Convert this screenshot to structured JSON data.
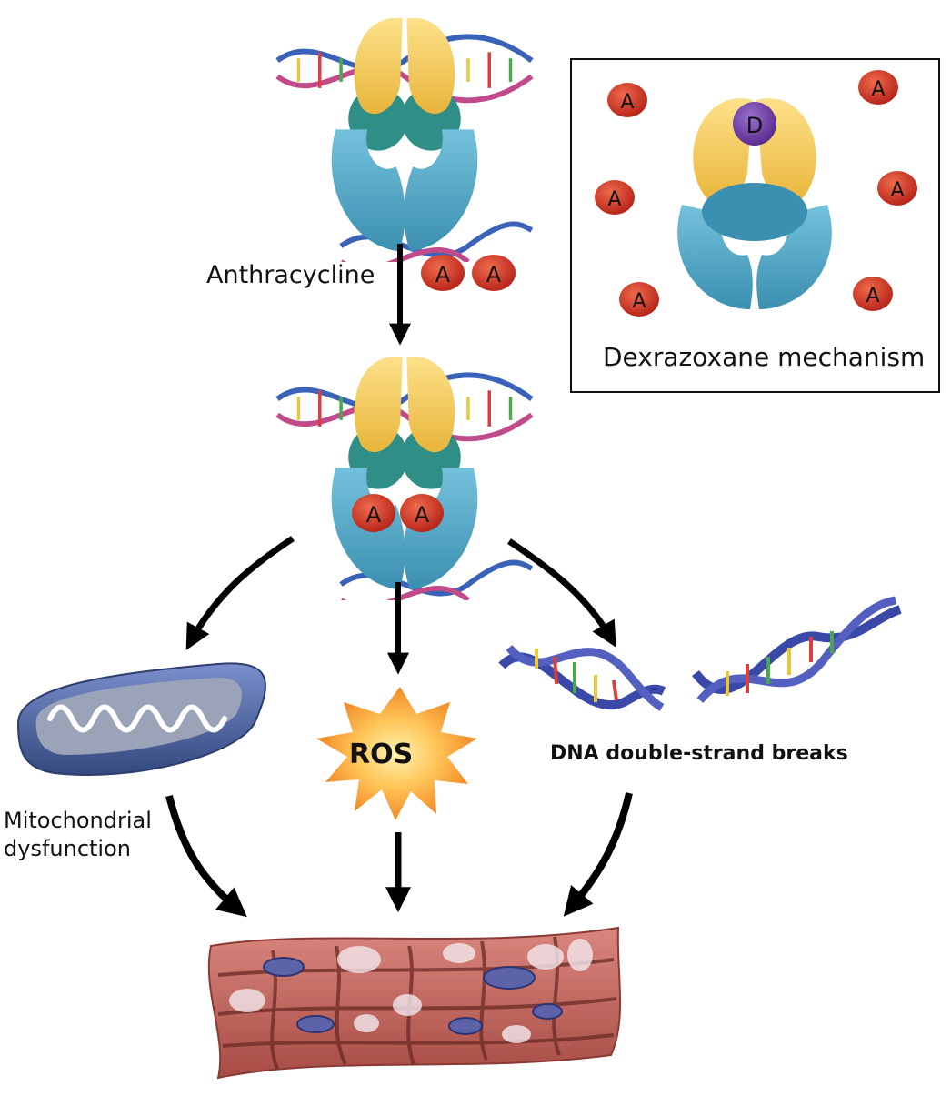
{
  "labels": {
    "anthracycline": "Anthracycline",
    "dexrazoxane_mechanism": "Dexrazoxane mechanism",
    "ros": "ROS",
    "dna_breaks": "DNA double-strand breaks",
    "mitochondrial": "Mitochondrial dysfunction",
    "anthracycline_marker": "A",
    "dexrazoxane_marker": "D"
  },
  "colors": {
    "topo_yellow": "#f3c54c",
    "topo_blue": "#4fa8c6",
    "topo_teal": "#2f8f86",
    "anthracycline_red": "#d0301f",
    "dexrazoxane_purple": "#6f3fa6",
    "dna_blue": "#3a49a8",
    "ros_orange": "#f49a24",
    "muscle_pink": "#c0645c",
    "mito_blue": "#48629f"
  }
}
